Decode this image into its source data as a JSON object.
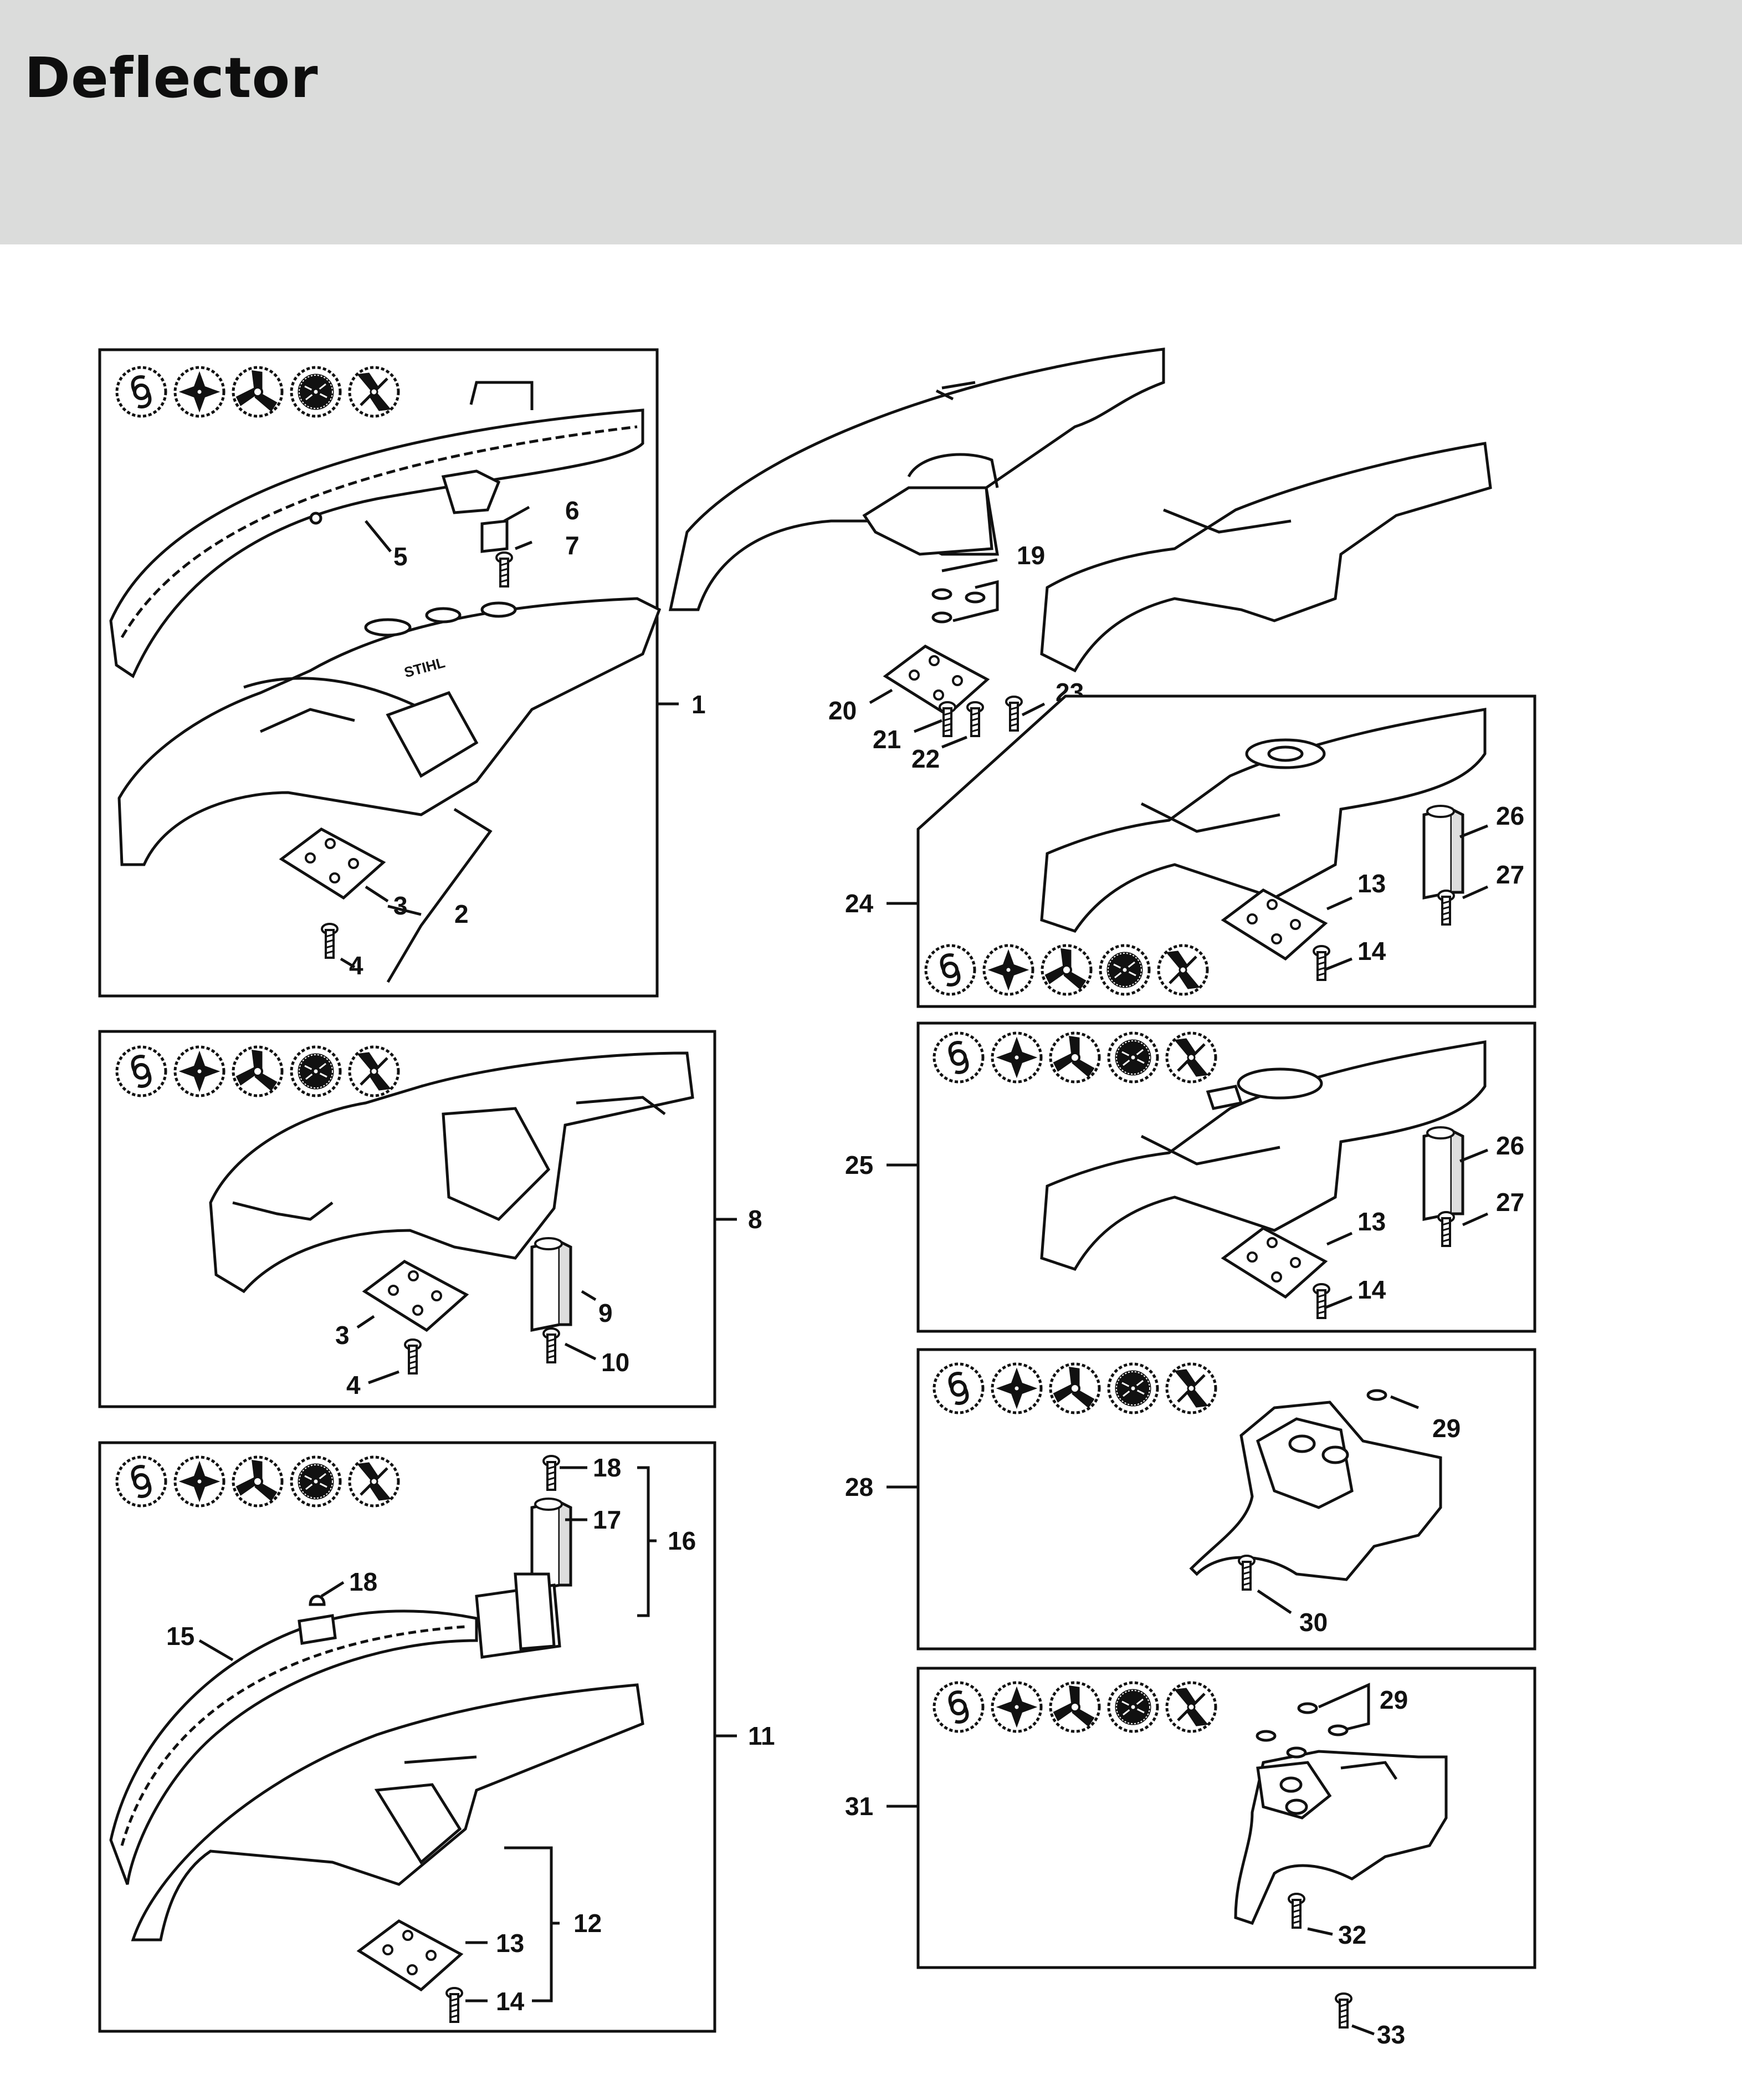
{
  "page": {
    "title": "Deflector"
  },
  "colors": {
    "header_bg": "#dbdcdb",
    "ink": "#111111",
    "paper": "#ffffff"
  },
  "tool_icons": [
    "trimmer-head-icon",
    "star-knife-icon",
    "three-blade-icon",
    "circular-saw-icon",
    "grass-blade-icon"
  ],
  "callouts": {
    "c1": "1",
    "c2": "2",
    "c3": "3",
    "c4": "4",
    "c5": "5",
    "c6": "6",
    "c7": "7",
    "c8": "8",
    "c3b": "3",
    "c4b": "4",
    "c9": "9",
    "c10": "10",
    "c11": "11",
    "c12": "12",
    "c13": "13",
    "c14": "14",
    "c15": "15",
    "c16": "16",
    "c17": "17",
    "c18a": "18",
    "c18b": "18",
    "c19": "19",
    "c20": "20",
    "c21": "21",
    "c22": "22",
    "c23": "23",
    "c24": "24",
    "c13b": "13",
    "c14b": "14",
    "c26": "26",
    "c27": "27",
    "c25": "25",
    "c13c": "13",
    "c14c": "14",
    "c26b": "26",
    "c27b": "27",
    "c28": "28",
    "c29": "29",
    "c30": "30",
    "c31": "31",
    "c29b": "29",
    "c32": "32",
    "c33": "33"
  }
}
